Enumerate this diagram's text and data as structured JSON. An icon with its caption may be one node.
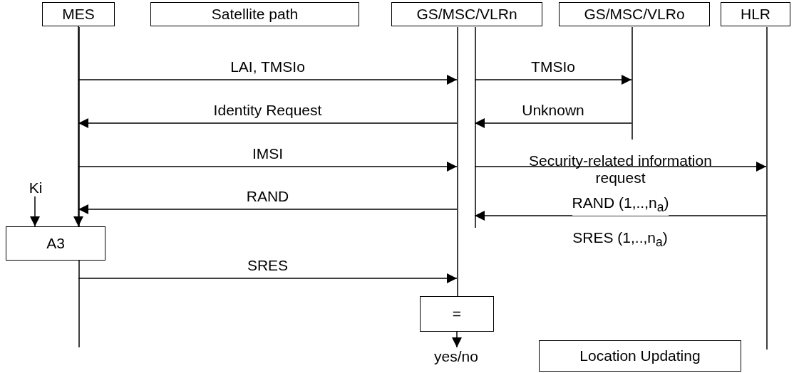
{
  "diagram": {
    "nodes": [
      {
        "text": [
          "MES"
        ]
      },
      {
        "text": [
          "Satellite path"
        ]
      },
      {
        "text": [
          "GS/MSC/VLRn"
        ]
      },
      {
        "text": [
          "GS/MSC/VLRo"
        ]
      },
      {
        "text": [
          "HLR"
        ]
      },
      {
        "text": [
          "Ki"
        ]
      },
      {
        "text": [
          "A3"
        ]
      },
      {
        "text": [
          "="
        ]
      },
      {
        "text": [
          "yes/no"
        ]
      },
      {
        "text": [
          "Location Updating"
        ]
      }
    ],
    "edges": [
      {
        "from": 0,
        "to": 2,
        "arrow": "to",
        "label": "LAI, TMSIo"
      },
      {
        "from": 2,
        "to": 3,
        "arrow": "to",
        "label": "TMSIo"
      },
      {
        "from": 2,
        "to": 0,
        "arrow": "to",
        "label": "Identity Request"
      },
      {
        "from": 3,
        "to": 2,
        "arrow": "to",
        "label": "Unknown"
      },
      {
        "from": 0,
        "to": 2,
        "arrow": "to",
        "label": "IMSI"
      },
      {
        "from": 2,
        "to": 4,
        "arrow": "to",
        "label": "Security-related information request"
      },
      {
        "from": 2,
        "to": 0,
        "arrow": "to",
        "label": "RAND"
      },
      {
        "from": 4,
        "to": 2,
        "arrow": "to",
        "label": "RAND (1,..,n$_{a}$)"
      },
      {
        "from": 5,
        "to": 6,
        "arrow": "to"
      },
      {
        "from": 0,
        "to": 6,
        "arrow": "to"
      },
      {
        "from": 0,
        "to": 2,
        "arrow": "to",
        "label": "SRES"
      },
      {
        "from": 7,
        "to": 8,
        "arrow": "to"
      }
    ],
    "labels": [
      "SRES (1,..,n$_{a}$)"
    ]
  }
}
